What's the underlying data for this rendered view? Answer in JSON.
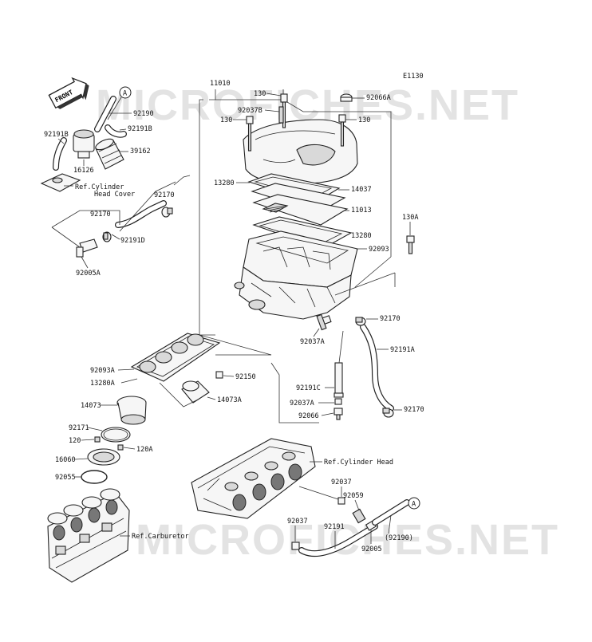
{
  "diagram_code": "E1130",
  "watermark": "MICROFICHES.NET",
  "front_label": "FRONT",
  "callout_letter": "A",
  "parts": {
    "p11010": "11010",
    "p130_a": "130",
    "p130_b": "130",
    "p130_c": "130",
    "p92037B": "92037B",
    "p92066A": "92066A",
    "p13280_top": "13280",
    "p14037": "14037",
    "p11013": "11013",
    "p13280_bot": "13280",
    "p92093": "92093",
    "p130A": "130A",
    "p92190": "92190",
    "p92191B_l": "92191B",
    "p92191B_r": "92191B",
    "p39162": "39162",
    "p16126": "16126",
    "p92170_a": "92170",
    "p92170_b": "92170",
    "p92191D": "92191D",
    "p92005A": "92005A",
    "p92170_c": "92170",
    "p92191A": "92191A",
    "p92170_d": "92170",
    "p92037A_a": "92037A",
    "p92191C": "92191C",
    "p92037A_b": "92037A",
    "p92066": "92066",
    "p92093A": "92093A",
    "p13280A": "13280A",
    "p92150": "92150",
    "p14073A": "14073A",
    "p14073": "14073",
    "p92171": "92171",
    "p120": "120",
    "p120A": "120A",
    "p16060": "16060",
    "p92055": "92055",
    "p92037_a": "92037",
    "p92059": "92059",
    "p92037_b": "92037",
    "p92191": "92191",
    "p92190_paren": "(92190)",
    "p92005": "92005"
  },
  "references": {
    "cyl_head_cover_1": "Ref.Cylinder",
    "cyl_head_cover_2": "Head Cover",
    "cyl_head": "Ref.Cylinder Head",
    "carburetor": "Ref.Carburetor"
  }
}
